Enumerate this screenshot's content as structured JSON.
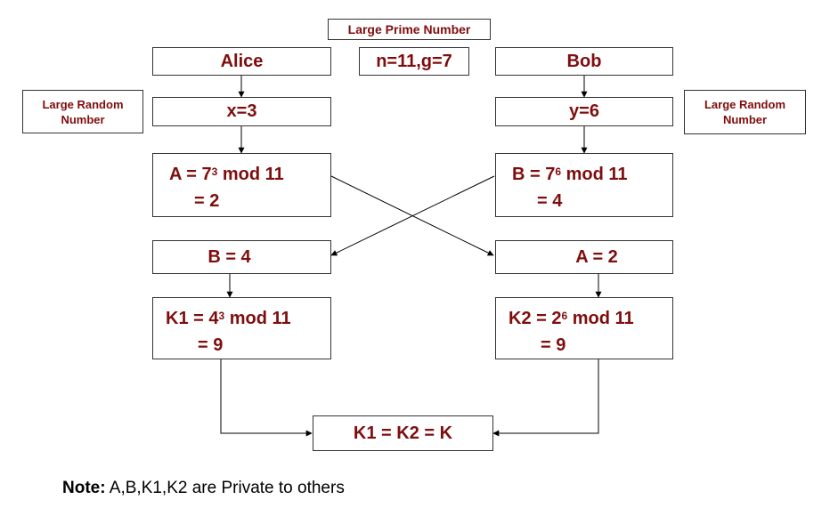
{
  "top": {
    "prime_label": "Large Prime Number",
    "params": "n=11,g=7"
  },
  "alice": {
    "name": "Alice",
    "random_label": "Large Random Number",
    "secret": "x=3",
    "public_base": "A = 7",
    "public_exp": "3",
    "public_mod": " mod 11",
    "public_result": "= 2",
    "received": "B = 4",
    "key_base": "K1 = 4",
    "key_exp": "3",
    "key_mod": " mod 11",
    "key_result": "= 9"
  },
  "bob": {
    "name": "Bob",
    "random_label": "Large Random Number",
    "secret": "y=6",
    "public_base": "B = 7",
    "public_exp": "6",
    "public_mod": " mod 11",
    "public_result": "= 4",
    "received": "A = 2",
    "key_base": "K2 = 2",
    "key_exp": "6",
    "key_mod": " mod 11",
    "key_result": "= 9"
  },
  "shared_key": "K1 = K2 = K",
  "note": {
    "label": "Note:",
    "text": " A,B,K1,K2 are Private to others"
  },
  "colors": {
    "box_text": "#7f0d0d",
    "border": "#333333",
    "arrow": "#000000"
  }
}
